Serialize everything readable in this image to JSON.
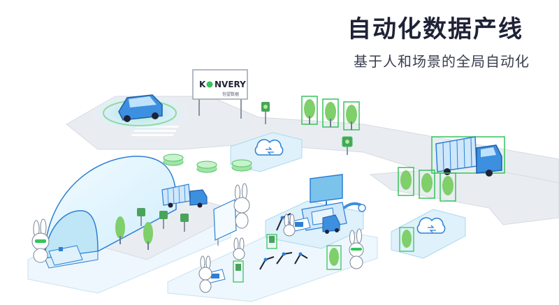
{
  "header": {
    "title": "自动化数据产线",
    "subtitle": "基于人和场景的全局自动化"
  },
  "billboard": {
    "brand_left": "K",
    "brand_right": "NVERY",
    "brand_sub": "恺望数据"
  },
  "colors": {
    "road": "#e9edf1",
    "road_edge": "#d6dbe2",
    "platform": "#dff1fb",
    "platform_edge": "#a9d9f0",
    "accent_blue": "#2a7fd6",
    "detect_green": "#35c45a",
    "tree_green": "#7fcf6a",
    "title": "#1f2236"
  },
  "icons": [
    "car-icon",
    "truck-icon",
    "cloud-sync-icon",
    "traffic-light-icon",
    "tree-icon",
    "rabbit-icon",
    "monitor-icon",
    "robot-arm-icon",
    "tunnel-icon"
  ]
}
